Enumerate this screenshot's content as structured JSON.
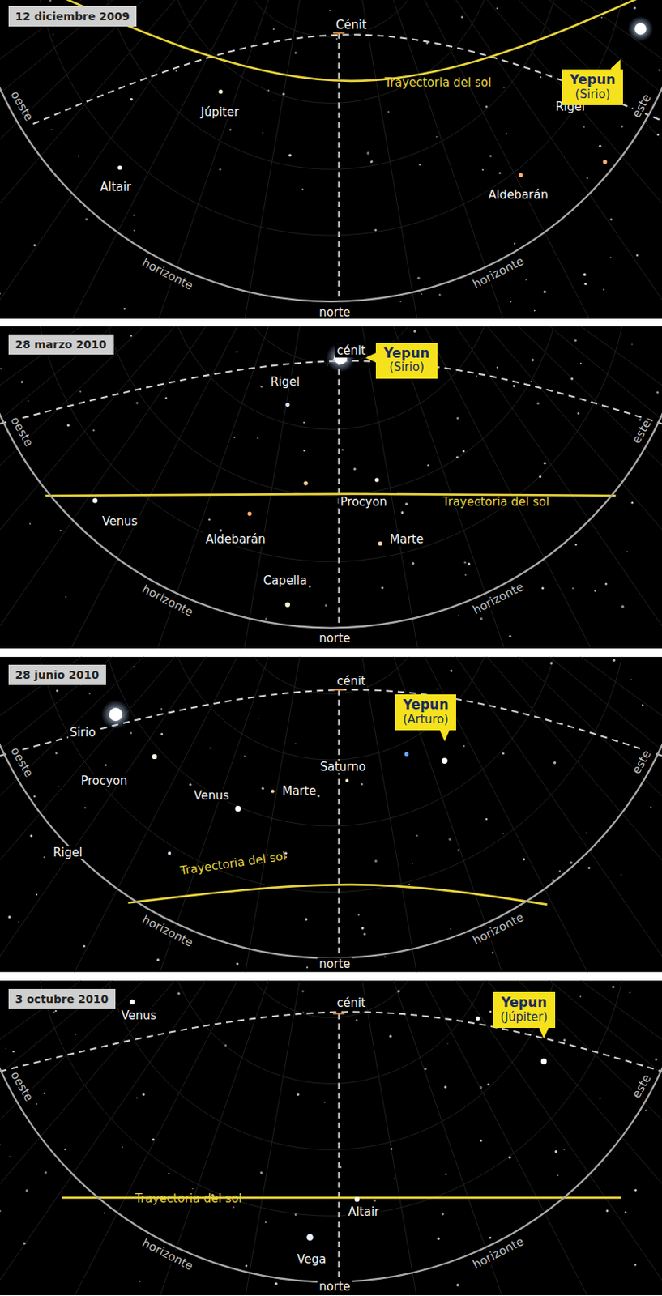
{
  "diagram": {
    "nodes": [
      {
        "text": [
          "12 diciembre 2009"
        ]
      },
      {
        "text": [
          "Yepun",
          "(Sirio)"
        ]
      },
      {
        "text": [
          "28 marzo 2010"
        ]
      },
      {
        "text": [
          "Yepun",
          "(Sirio)"
        ]
      },
      {
        "text": [
          "28 junio 2010"
        ]
      },
      {
        "text": [
          "Yepun",
          "(Arturo)"
        ]
      },
      {
        "text": [
          "3 octubre 2010"
        ]
      },
      {
        "text": [
          "Yepun",
          "(Júpiter)"
        ]
      }
    ],
    "labels": [
      "Cénit",
      "Júpiter",
      "Trayectoria del sol",
      "Rigel",
      "Altair",
      "Aldebarán",
      "oeste",
      "este",
      "horizonte",
      "horizonte",
      "norte",
      "cénit",
      "Rigel",
      "Venus",
      "Procyon",
      "Trayectoria del sol",
      "Aldebarán",
      "Marte",
      "Capella",
      "oeste",
      "este",
      "horizonte",
      "horizonte",
      "norte",
      "cénit",
      "Sirio",
      "Saturno",
      "Procyon",
      "Venus",
      "Marte",
      "Rigel",
      "Trayectoria del sol",
      "oeste",
      "este",
      "horizonte",
      "horizonte",
      "norte",
      "cénit",
      "Venus",
      "Trayectoria del sol",
      "Altair",
      "Vega",
      "oeste",
      "este",
      "horizonte",
      "horizonte",
      "norte"
    ]
  }
}
